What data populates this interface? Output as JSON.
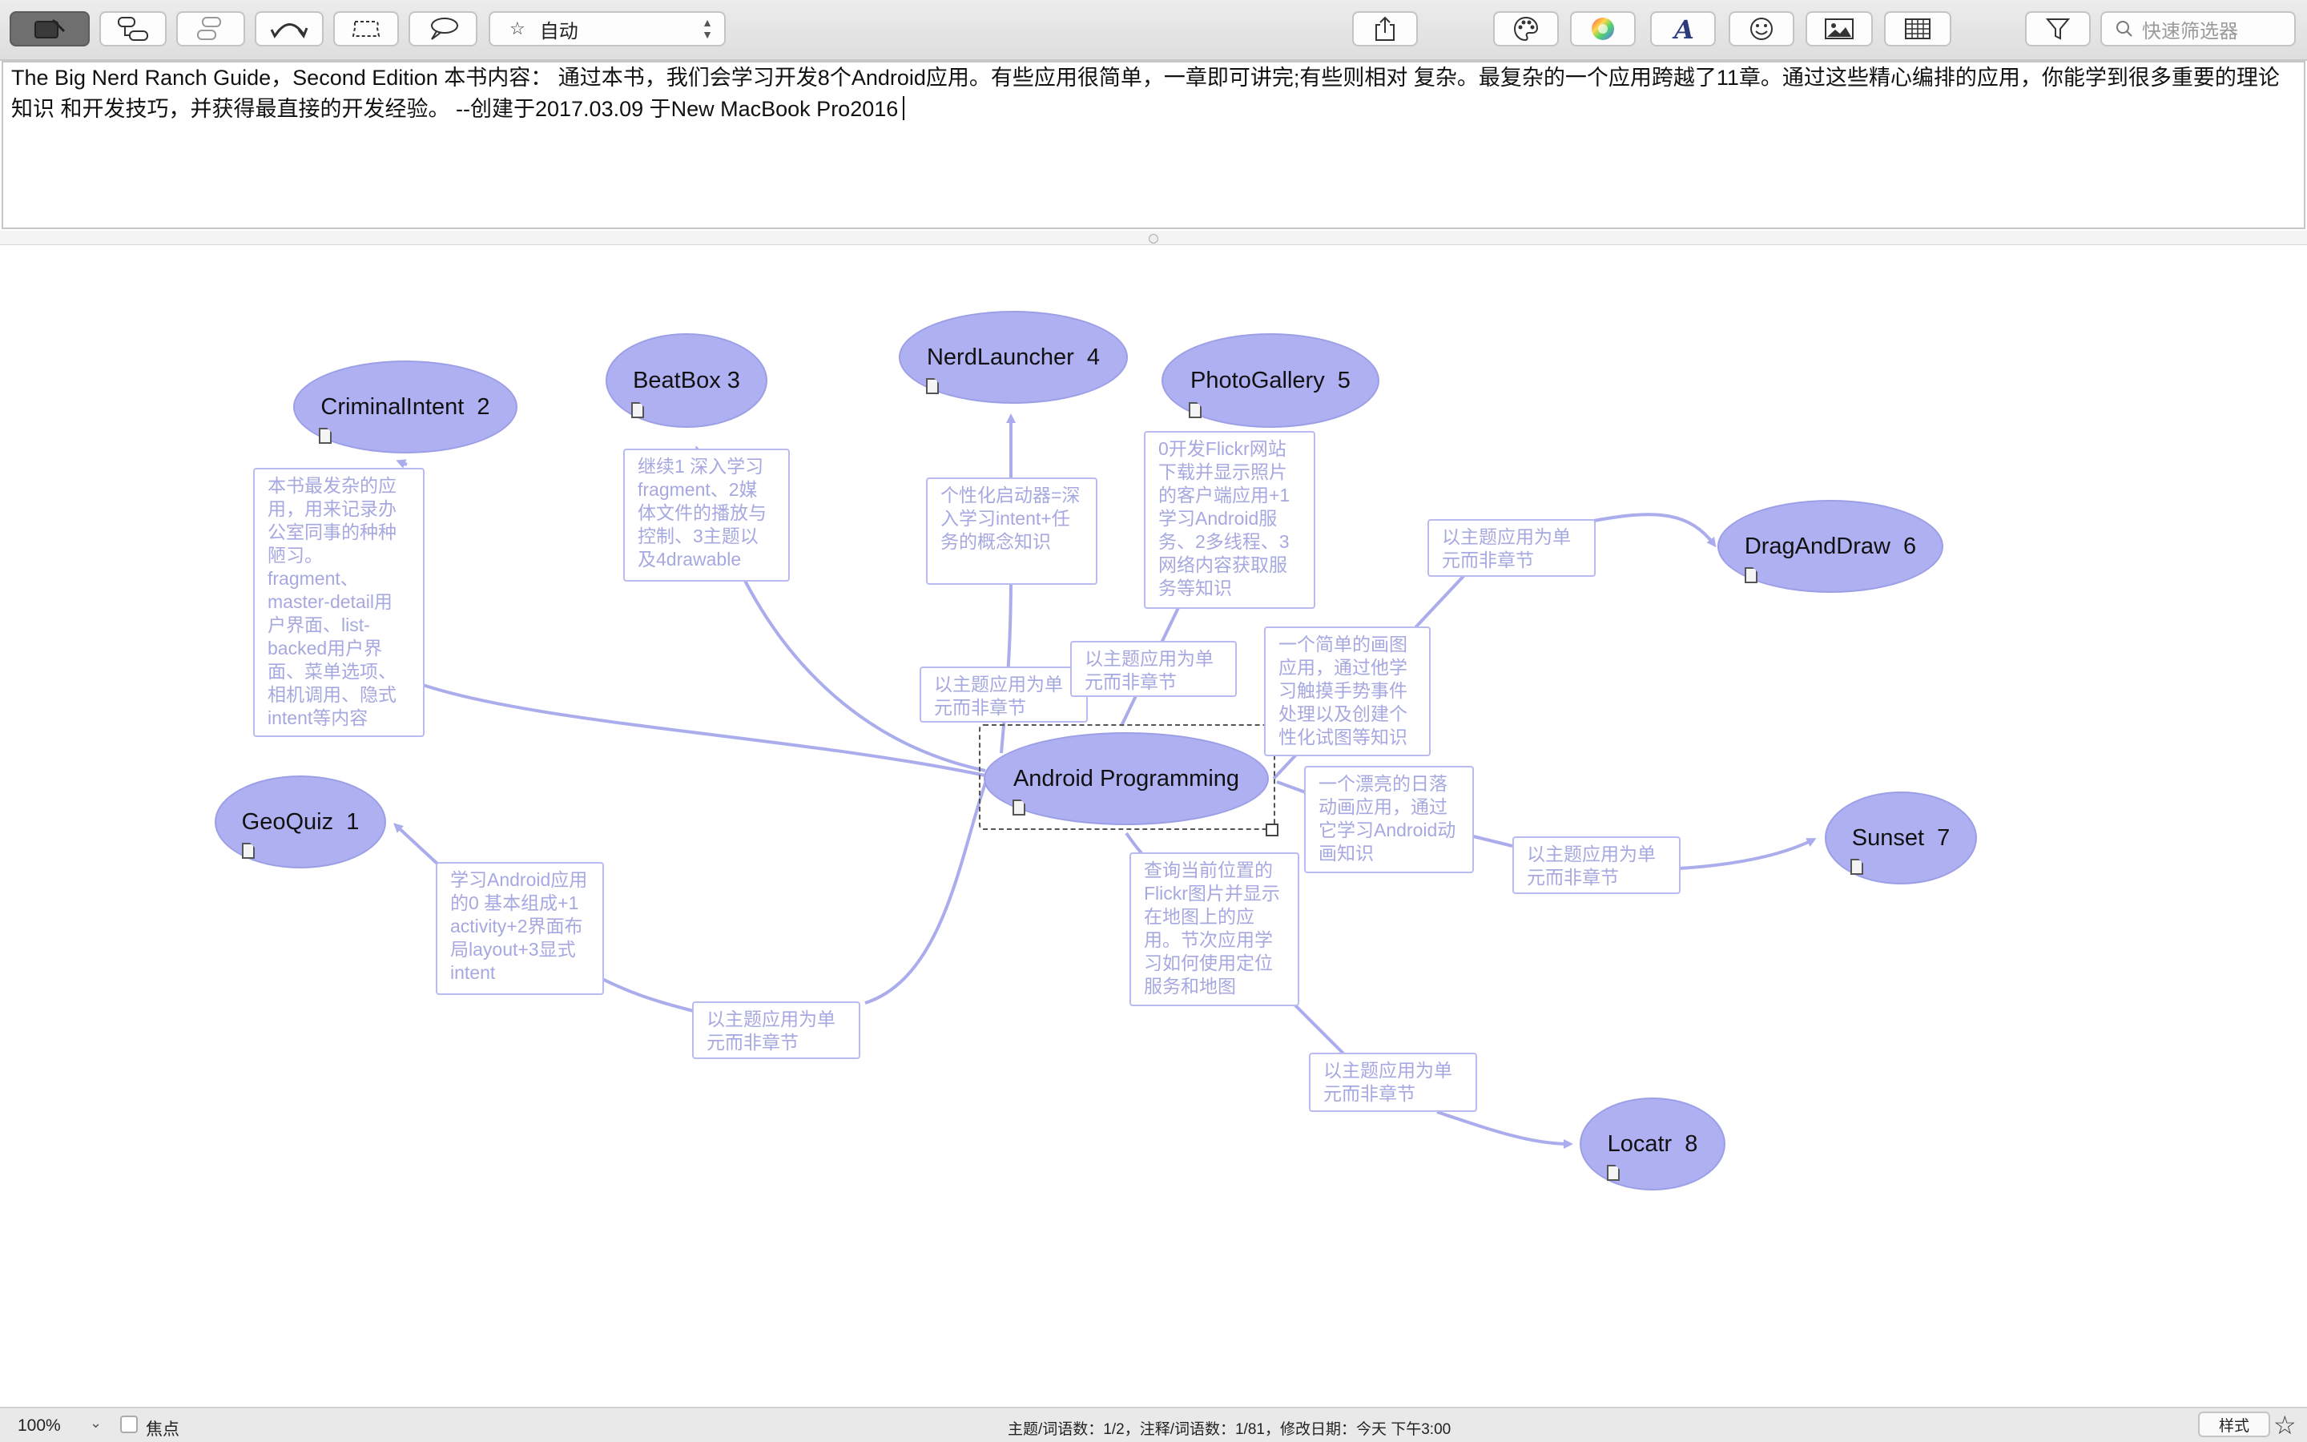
{
  "toolbar": {
    "style_select_value": "自动",
    "search_placeholder": "快速筛选器"
  },
  "notes": {
    "text": "The Big Nerd Ranch Guide，Second Edition 本书内容： 通过本书，我们会学习开发8个Android应用。有些应用很简单，一章即可讲完;有些则相对 复杂。最复杂的一个应用跨越了11章。通过这些精心编排的应用，你能学到很多重要的理论知识 和开发技巧，并获得最直接的开发经验。 --创建于2017.03.09 于New MacBook Pro2016"
  },
  "map": {
    "central": "Android Programming",
    "topics": [
      {
        "id": "criminalintent",
        "label": "CriminalIntent  2"
      },
      {
        "id": "beatbox",
        "label": "BeatBox 3"
      },
      {
        "id": "nerdlauncher",
        "label": "NerdLauncher  4"
      },
      {
        "id": "photogallery",
        "label": "PhotoGallery  5"
      },
      {
        "id": "draganddraw",
        "label": "DragAndDraw  6"
      },
      {
        "id": "sunset",
        "label": "Sunset  7"
      },
      {
        "id": "locatr",
        "label": "Locatr  8"
      },
      {
        "id": "geoquiz",
        "label": "GeoQuiz  1"
      }
    ],
    "labels": {
      "criminal_desc": "本书最发杂的应用，用来记录办公室同事的种种陋习。fragment、master-detail用户界面、list-backed用户界面、菜单选项、相机调用、隐式intent等内容",
      "beatbox_desc": "继续1 深入学习fragment、2媒体文件的播放与控制、3主题以及4drawable",
      "nerdlauncher_desc": "个性化启动器=深入学习intent+任务的概念知识",
      "photogallery_desc": "0开发Flickr网站下载并显示照片的客户端应用+1学习Android服务、2多线程、3网络内容获取服务等知识",
      "draganddraw_desc": "一个简单的画图应用，通过他学习触摸手势事件处理以及创建个性化试图等知识",
      "sunset_desc": "一个漂亮的日落动画应用，通过它学习Android动画知识",
      "locatr_desc": "查询当前位置的Flickr图片并显示在地图上的应用。节次应用学习如何使用定位服务和地图",
      "geoquiz_desc": "学习Android应用的0 基本组成+1 activity+2界面布局layout+3显式intent",
      "rel_nerdlauncher": "以主题应用为单元而非章节",
      "rel_photogallery": "以主题应用为单元而非章节",
      "rel_draganddraw": "以主题应用为单元而非章节",
      "rel_sunset": "以主题应用为单元而非章节",
      "rel_locatr": "以主题应用为单元而非章节",
      "rel_geoquiz": "以主题应用为单元而非章节"
    }
  },
  "statusbar": {
    "zoom": "100%",
    "focus_label": "焦点",
    "stats": "主题/词语数：1/2，注释/词语数：1/81，修改日期：今天 下午3:00",
    "style_button": "样式"
  },
  "colors": {
    "node_fill": "#aeb0f2",
    "line": "#aaacec",
    "label_text": "#a6a8e0"
  }
}
